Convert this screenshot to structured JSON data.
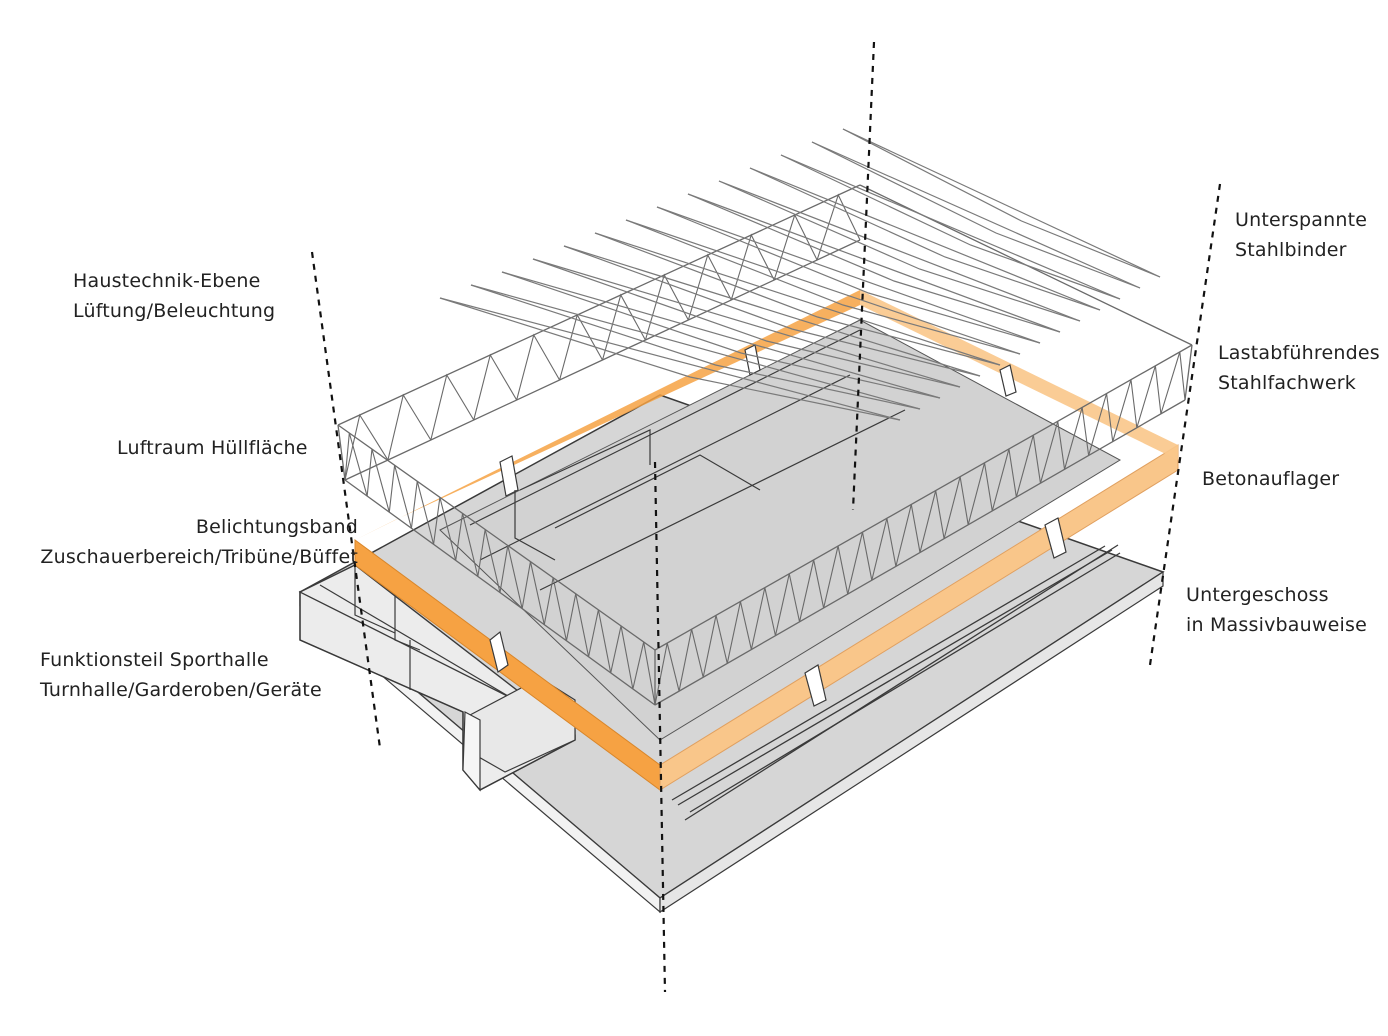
{
  "labels": {
    "haustechnik": {
      "line1": "Haustechnik-Ebene",
      "line2": "Lüftung/Beleuchtung"
    },
    "luftraum": {
      "line1": "Luftraum Hüllfläche"
    },
    "belichtung": {
      "line1": "Belichtungsband",
      "line2": "Zuschauerbereich/Tribüne/Büffet"
    },
    "funktion": {
      "line1": "Funktionsteil Sporthalle",
      "line2": "Turnhalle/Garderoben/Geräte"
    },
    "binder": {
      "line1": "Unterspannte",
      "line2": "Stahlbinder"
    },
    "fachwerk": {
      "line1": "Lastabführendes",
      "line2": "Stahlfachwerk"
    },
    "beton": {
      "line1": "Betonauflager"
    },
    "unter": {
      "line1": "Untergeschoss",
      "line2": "in Massivbauweise"
    }
  },
  "colors": {
    "accent_orange": "#f6a243",
    "accent_orange_light": "#f9c68a",
    "floor_grey": "#d6d6d6",
    "wall_grey": "#ececec",
    "line": "#3a3a3a",
    "truss_line": "#6a6a6a"
  }
}
